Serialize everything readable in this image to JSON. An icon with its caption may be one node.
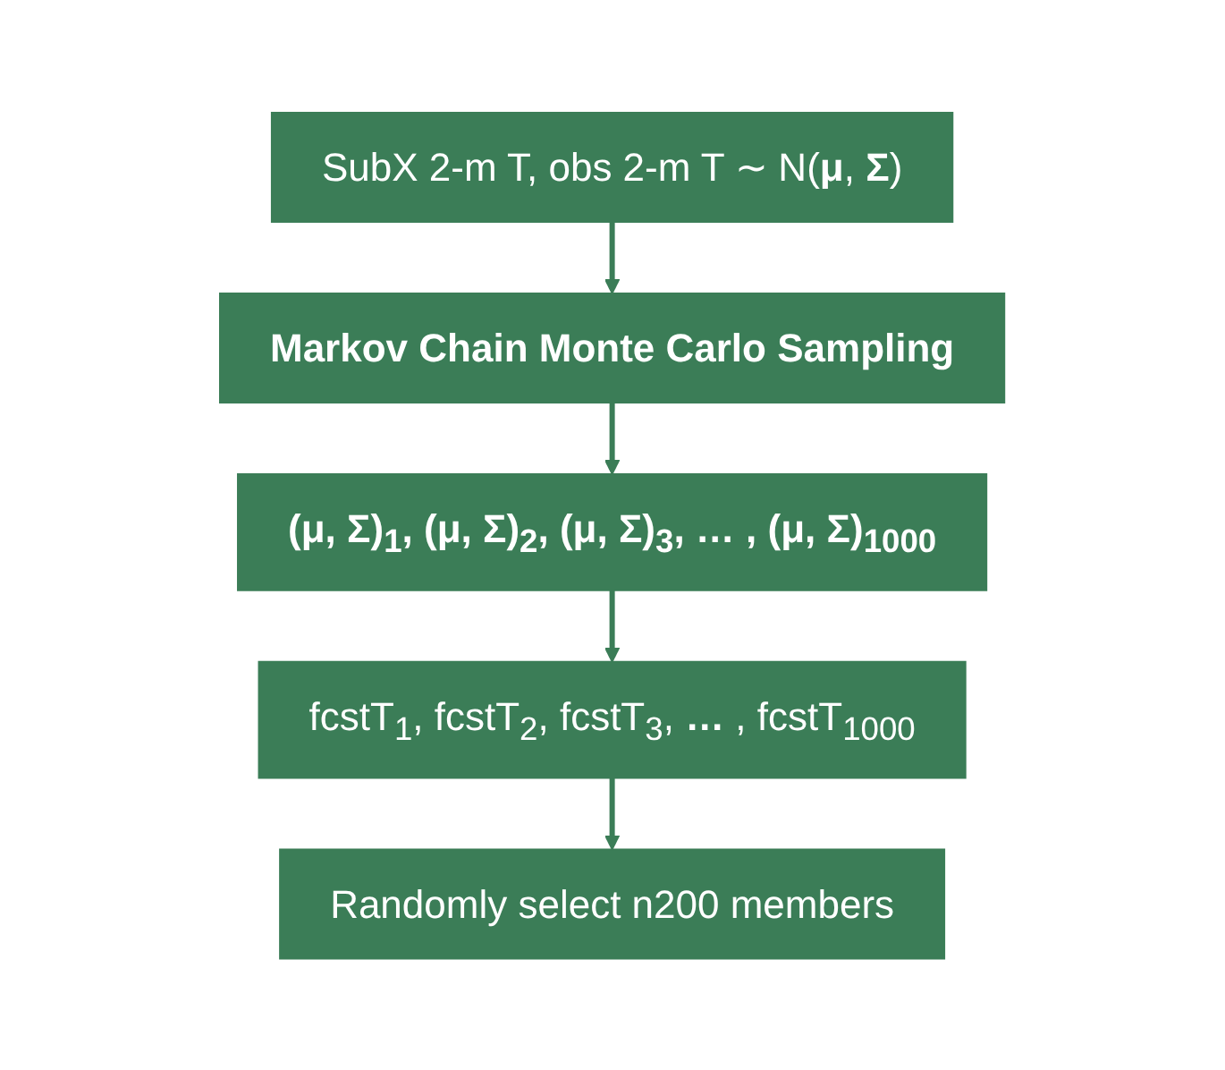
{
  "diagram": {
    "nodes": [
      {
        "text": [
          "SubX 2-m T, obs 2-m T ∼ N(**μ**, **Σ**)"
        ]
      },
      {
        "text": [
          "Markov Chain Monte Carlo Sampling"
        ]
      },
      {
        "text": [
          "(μ, Σ)$_{1}$, (μ, Σ)$_{2}$, (μ, Σ)$_{3}$, … , (μ, Σ)$_{1000}$"
        ]
      },
      {
        "text": [
          "fcstT$_{1}$, fcstT$_{2}$, fcstT$_{3}$, **…** , fcstT$_{1000}$"
        ]
      },
      {
        "text": [
          "Randomly select n200 members"
        ]
      }
    ],
    "edges": [
      {
        "from": 0,
        "to": 1,
        "arrow": "to"
      },
      {
        "from": 1,
        "to": 2,
        "arrow": "to"
      },
      {
        "from": 2,
        "to": 3,
        "arrow": "to"
      },
      {
        "from": 3,
        "to": 4,
        "arrow": "to"
      }
    ]
  }
}
